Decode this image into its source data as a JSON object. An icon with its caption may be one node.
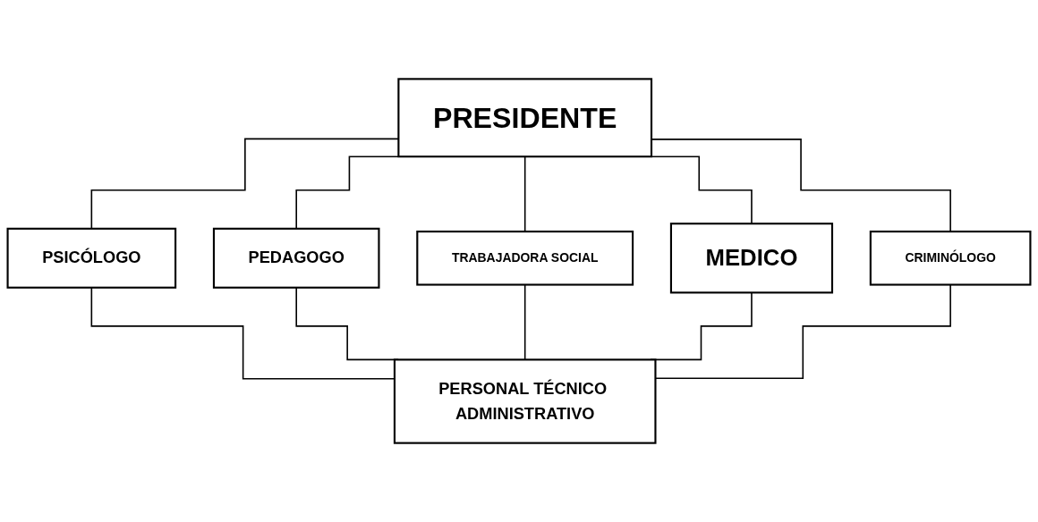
{
  "diagram": {
    "nodes": [
      {
        "text": [
          "PRESIDENTE"
        ]
      },
      {
        "text": [
          "PSICÓLOGO"
        ]
      },
      {
        "text": [
          "PEDAGOGO"
        ]
      },
      {
        "text": [
          "TRABAJADORA SOCIAL"
        ]
      },
      {
        "text": [
          "MEDICO"
        ]
      },
      {
        "text": [
          "CRIMINÓLOGO"
        ]
      },
      {
        "text": [
          "PERSONAL TÉCNICO ADMINISTRATIVO"
        ]
      }
    ],
    "edges": [
      {
        "from": 0,
        "to": 1,
        "arrow": "none"
      },
      {
        "from": 0,
        "to": 2,
        "arrow": "none"
      },
      {
        "from": 0,
        "to": 3,
        "arrow": "none"
      },
      {
        "from": 0,
        "to": 4,
        "arrow": "none"
      },
      {
        "from": 0,
        "to": 5,
        "arrow": "none"
      },
      {
        "from": 1,
        "to": 6,
        "arrow": "none"
      },
      {
        "from": 2,
        "to": 6,
        "arrow": "none"
      },
      {
        "from": 3,
        "to": 6,
        "arrow": "none"
      },
      {
        "from": 4,
        "to": 6,
        "arrow": "none"
      },
      {
        "from": 5,
        "to": 6,
        "arrow": "none"
      }
    ]
  }
}
